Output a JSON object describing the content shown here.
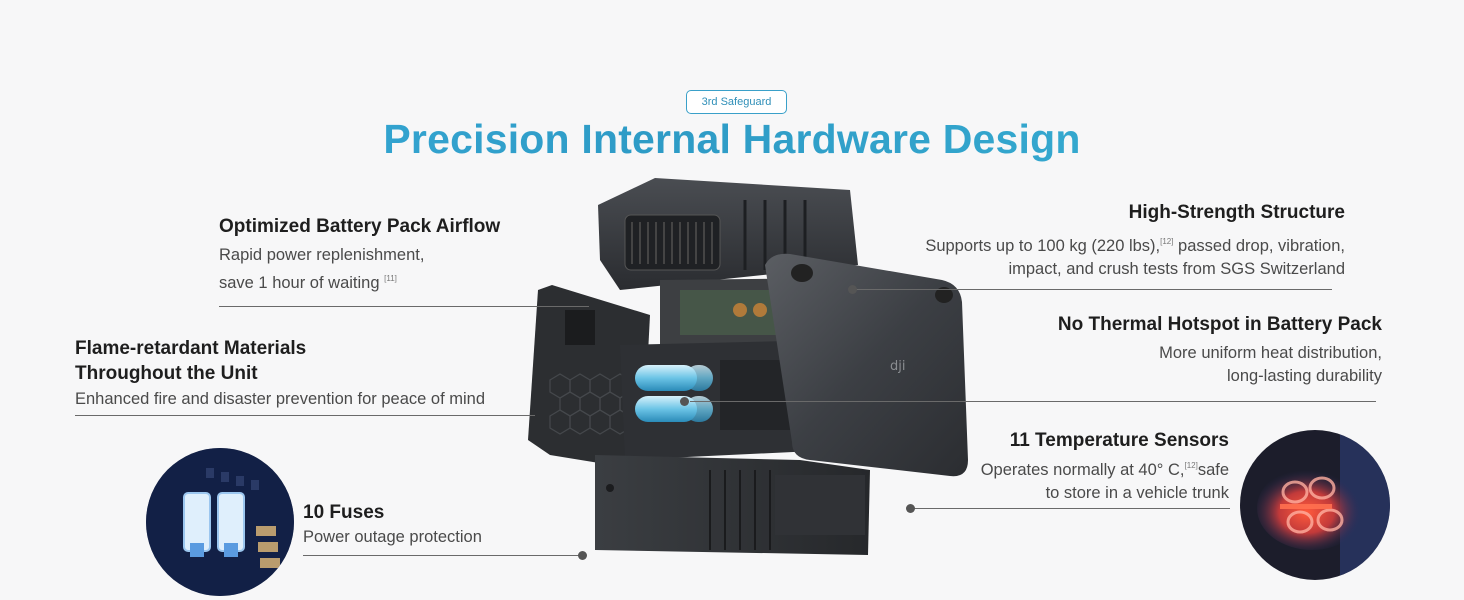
{
  "header": {
    "badge": "3rd Safeguard",
    "title": "Precision Internal Hardware Design"
  },
  "features": {
    "airflow": {
      "title": "Optimized Battery Pack Airflow",
      "line1": "Rapid power replenishment,",
      "line2": "save 1 hour of waiting",
      "ref": "[11]"
    },
    "flame": {
      "title_line1": "Flame-retardant Materials",
      "title_line2": "Throughout the Unit",
      "desc": "Enhanced fire and disaster prevention for peace of mind"
    },
    "fuses": {
      "title": "10 Fuses",
      "desc": "Power outage protection"
    },
    "structure": {
      "title": "High-Strength Structure",
      "line1_a": "Supports up to 100 kg (220 lbs),",
      "ref": "[12]",
      "line1_b": " passed drop, vibration,",
      "line2": "impact, and crush tests from SGS Switzerland"
    },
    "hotspot": {
      "title": "No Thermal Hotspot in Battery Pack",
      "line1": "More uniform heat distribution,",
      "line2": "long-lasting durability"
    },
    "sensors": {
      "title": "11 Temperature Sensors",
      "line1_a": "Operates normally at 40° C,",
      "ref": "[12]",
      "line1_b": "safe",
      "line2": "to store in a vehicle trunk"
    }
  },
  "device": {
    "logo": "dji"
  },
  "colors": {
    "title_gradient": [
      "#39aedc",
      "#3ab3d6"
    ],
    "badge_border": "#3aa0c9",
    "background": "#f7f7f8"
  }
}
